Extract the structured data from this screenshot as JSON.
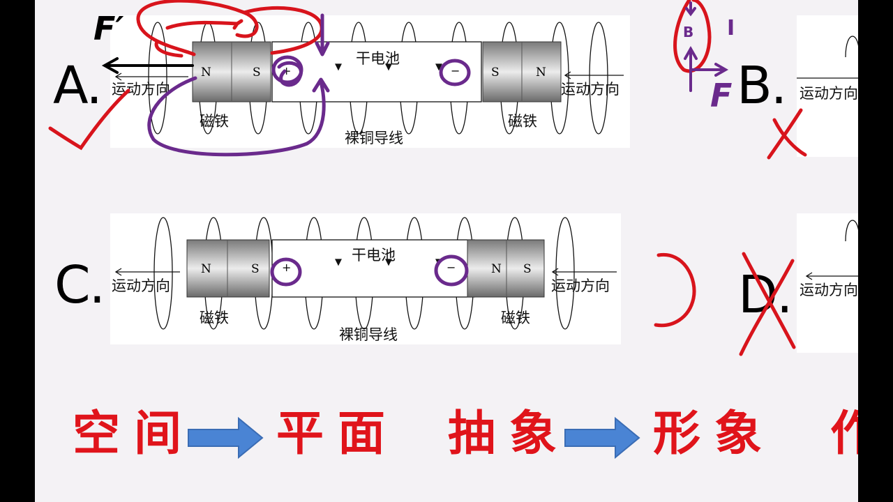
{
  "options": {
    "a": {
      "letter": "A."
    },
    "b": {
      "letter": "B."
    },
    "c": {
      "letter": "C."
    },
    "d": {
      "letter": "D."
    }
  },
  "figure": {
    "battery": "干电池",
    "magnet": "磁铁",
    "wire": "裸铜导线",
    "motion": "运动方向",
    "pole_n": "N",
    "pole_s": "S",
    "plus": "+",
    "minus": "−"
  },
  "annotations": {
    "force_prime": "F′",
    "force": "F",
    "field": "B",
    "current": "I"
  },
  "bottom_text": {
    "space": "空间",
    "plane": "平面",
    "abstract": "抽象",
    "image": "形象",
    "cut": "作"
  },
  "colors": {
    "red": "#d8141c",
    "purple": "#6a2a8c",
    "blue_arrow": "#4a84d4",
    "magnet_dark": "#6a6a6a",
    "magnet_light": "#e6e6e6"
  }
}
